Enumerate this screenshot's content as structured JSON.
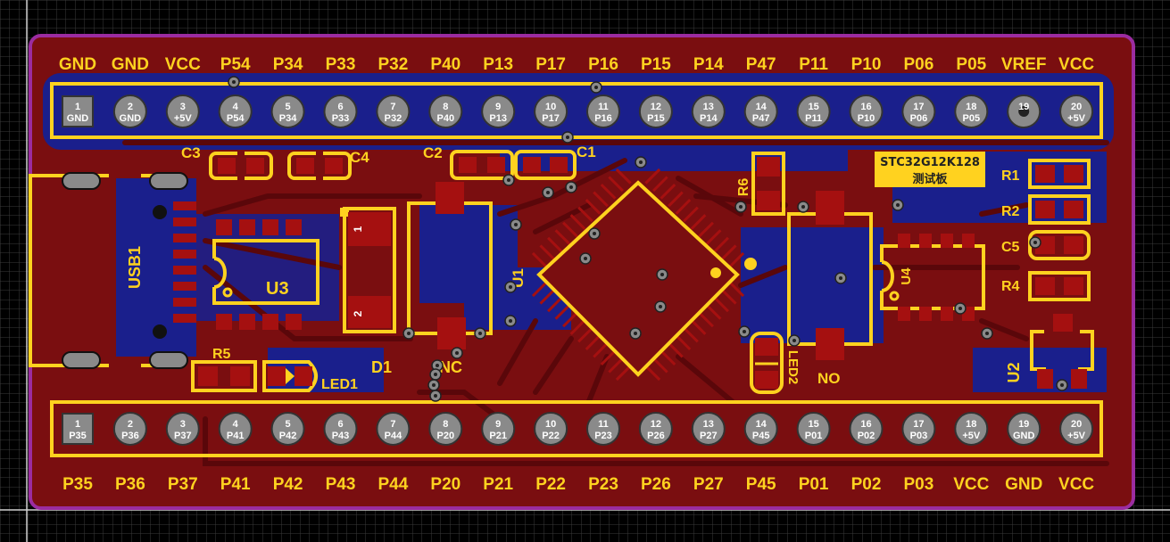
{
  "board": {
    "chip_label": "STC32G12K128",
    "chip_label_sub": "测试板",
    "top_header_labels": [
      "GND",
      "GND",
      "VCC",
      "P54",
      "P34",
      "P33",
      "P32",
      "P40",
      "P13",
      "P17",
      "P16",
      "P15",
      "P14",
      "P47",
      "P11",
      "P10",
      "P06",
      "P05",
      "VREF",
      "VCC"
    ],
    "bottom_header_labels": [
      "P35",
      "P36",
      "P37",
      "P41",
      "P42",
      "P43",
      "P44",
      "P20",
      "P21",
      "P22",
      "P23",
      "P26",
      "P27",
      "P45",
      "P01",
      "P02",
      "P03",
      "VCC",
      "GND",
      "VCC"
    ],
    "top_pads": [
      {
        "num": "1",
        "name": "GND"
      },
      {
        "num": "2",
        "name": "GND"
      },
      {
        "num": "3",
        "name": "+5V"
      },
      {
        "num": "4",
        "name": "P54"
      },
      {
        "num": "5",
        "name": "P34"
      },
      {
        "num": "6",
        "name": "P33"
      },
      {
        "num": "7",
        "name": "P32"
      },
      {
        "num": "8",
        "name": "P40"
      },
      {
        "num": "9",
        "name": "P13"
      },
      {
        "num": "10",
        "name": "P17"
      },
      {
        "num": "11",
        "name": "P16"
      },
      {
        "num": "12",
        "name": "P15"
      },
      {
        "num": "13",
        "name": "P14"
      },
      {
        "num": "14",
        "name": "P47"
      },
      {
        "num": "15",
        "name": "P11"
      },
      {
        "num": "16",
        "name": "P10"
      },
      {
        "num": "17",
        "name": "P06"
      },
      {
        "num": "18",
        "name": "P05"
      },
      {
        "num": "19",
        "name": ""
      },
      {
        "num": "20",
        "name": "+5V"
      }
    ],
    "bottom_pads": [
      {
        "num": "1",
        "name": "P35"
      },
      {
        "num": "2",
        "name": "P36"
      },
      {
        "num": "3",
        "name": "P37"
      },
      {
        "num": "4",
        "name": "P41"
      },
      {
        "num": "5",
        "name": "P42"
      },
      {
        "num": "6",
        "name": "P43"
      },
      {
        "num": "7",
        "name": "P44"
      },
      {
        "num": "8",
        "name": "P20"
      },
      {
        "num": "9",
        "name": "P21"
      },
      {
        "num": "10",
        "name": "P22"
      },
      {
        "num": "11",
        "name": "P23"
      },
      {
        "num": "12",
        "name": "P26"
      },
      {
        "num": "13",
        "name": "P27"
      },
      {
        "num": "14",
        "name": "P45"
      },
      {
        "num": "15",
        "name": "P01"
      },
      {
        "num": "16",
        "name": "P02"
      },
      {
        "num": "17",
        "name": "P03"
      },
      {
        "num": "18",
        "name": "+5V"
      },
      {
        "num": "19",
        "name": "GND"
      },
      {
        "num": "20",
        "name": "+5V"
      }
    ],
    "components": {
      "c3": "C3",
      "c4": "C4",
      "c2": "C2",
      "c1": "C1",
      "r6": "R6",
      "r1": "R1",
      "r2": "R2",
      "c5": "C5",
      "r4": "R4",
      "usb1": "USB1",
      "u3": "U3",
      "u1": "U1",
      "u4": "U4",
      "u2": "U2",
      "d1": "D1",
      "nc": "NC",
      "r5": "R5",
      "led1": "LED1",
      "led2": "LED2",
      "no": "NO",
      "d1_pin1": "1",
      "d1_pin2": "2"
    }
  },
  "colors": {
    "background": "#000000",
    "grid": "#3a3a3a",
    "copper_top": "#7a0e10",
    "copper_bottom": "#1a1f8c",
    "silkscreen": "#ffd21f",
    "board_outline": "#9b2ca0",
    "pad": "#8a8a8a",
    "smd_pad": "#a51010",
    "chip_label_bg": "#ffd21f"
  }
}
